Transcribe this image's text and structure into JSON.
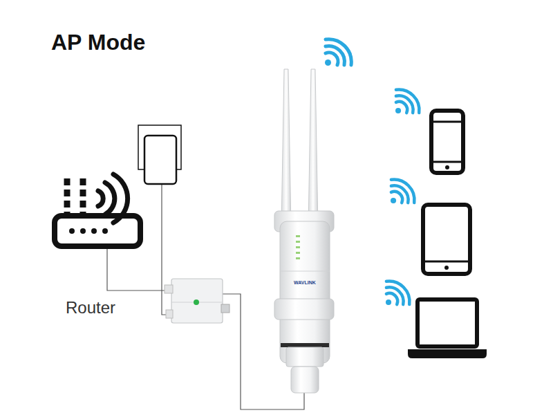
{
  "diagram": {
    "title": "AP Mode",
    "labels": [
      "Router",
      "WAVLINK"
    ]
  }
}
